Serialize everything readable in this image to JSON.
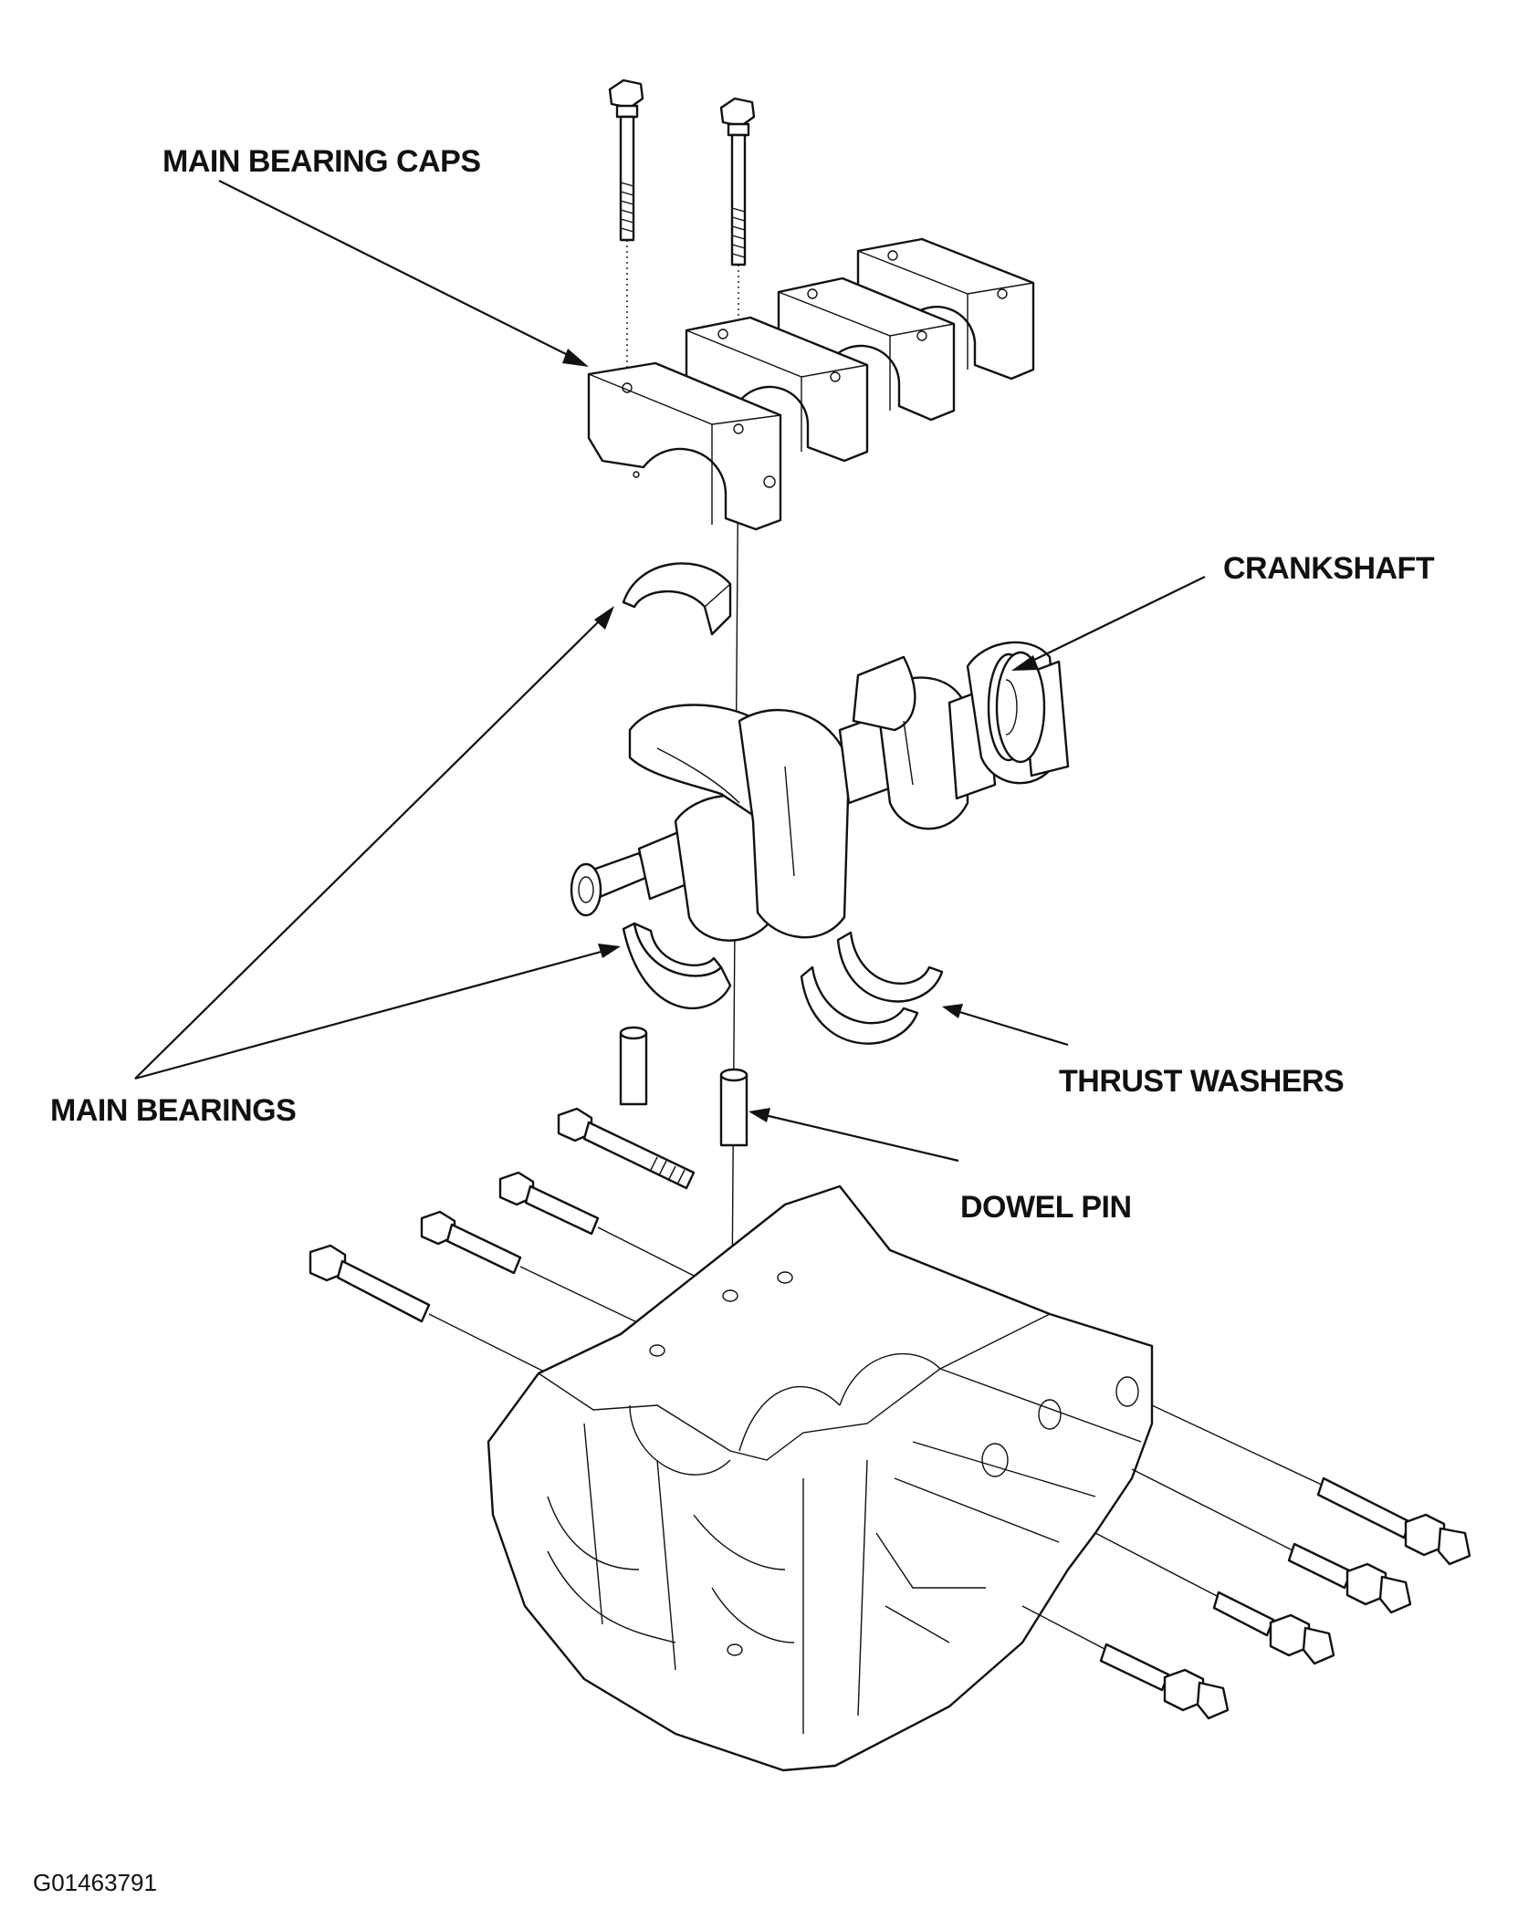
{
  "diagram": {
    "labels": {
      "main_bearing_caps": "MAIN BEARING CAPS",
      "crankshaft": "CRANKSHAFT",
      "main_bearings": "MAIN BEARINGS",
      "thrust_washers": "THRUST WASHERS",
      "dowel_pin": "DOWEL PIN"
    },
    "figure_id": "G01463791"
  }
}
